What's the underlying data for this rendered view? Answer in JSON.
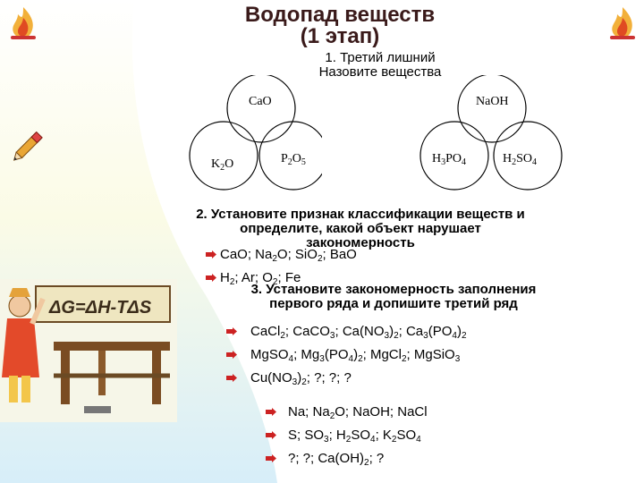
{
  "slide": {
    "title_line1": "Водопад веществ",
    "title_line2": "(1 этап)",
    "task1_line1": "1. Третий лишний",
    "task1_line2": "Назовите вещества",
    "venn_left": {
      "top": "CaO",
      "left_main": "K",
      "left_sub": "2",
      "left_end": "O",
      "right_main": "P",
      "right_sub1": "2",
      "right_mid": "O",
      "right_sub2": "5"
    },
    "venn_right": {
      "top": "NaOH",
      "left_a": "H",
      "left_s1": "3",
      "left_b": "PO",
      "left_s2": "4",
      "right_a": "H",
      "right_s1": "2",
      "right_b": "SO",
      "right_s2": "4"
    },
    "task2_line1": "2. Установите признак классификации веществ и",
    "task2_line2": "определите, какой объект нарушает",
    "task2_line3": "закономерность",
    "task2_row1": {
      "p1": "CaO; Na",
      "s1": "2",
      "p2": "O; SiO",
      "s2": "2",
      "p3": "; BaO"
    },
    "task2_row2": {
      "p1": "H",
      "s1": "2",
      "p2": "; Ar; O",
      "s2": "2",
      "p3": "; Fe"
    },
    "task3_line1": "3. Установите закономерность заполнения",
    "task3_line2": "первого ряда и допишите третий ряд",
    "row_a": {
      "p1": "CaCl",
      "s1": "2",
      "p2": "; CaCO",
      "s2": "3",
      "p3": "; Ca(NO",
      "s3": "3",
      "p4": ")",
      "s4": "2",
      "p5": "; Ca",
      "s5": "3",
      "p6": "(PO",
      "s6": "4",
      "p7": ")",
      "s7": "2"
    },
    "row_b": {
      "p1": "MgSO",
      "s1": "4",
      "p2": "; Mg",
      "s2": "3",
      "p3": "(PO",
      "s3": "4",
      "p4": ")",
      "s4": "2",
      "p5": "; MgCl",
      "s5": "2",
      "p6": "; MgSiO",
      "s6": "3"
    },
    "row_c": {
      "p1": "Cu(NO",
      "s1": "3",
      "p2": ")",
      "s2": "2",
      "p3": "; ?; ?; ?"
    },
    "row_d": {
      "p1": "Na; Na",
      "s1": "2",
      "p2": "O; NaOH; NaCl"
    },
    "row_e": {
      "p1": "S; SO",
      "s1": "3",
      "p2": "; H",
      "s2": "2",
      "p3": "SO",
      "s3": "4",
      "p4": "; K",
      "s4": "2",
      "p5": "SO",
      "s5": "4"
    },
    "row_f": {
      "p1": "?; ?; Ca(OH)",
      "s1": "2",
      "p2": "; ?"
    },
    "formula_board": "ΔG=ΔH-TΔS",
    "bullet_color": "#cc2222"
  }
}
